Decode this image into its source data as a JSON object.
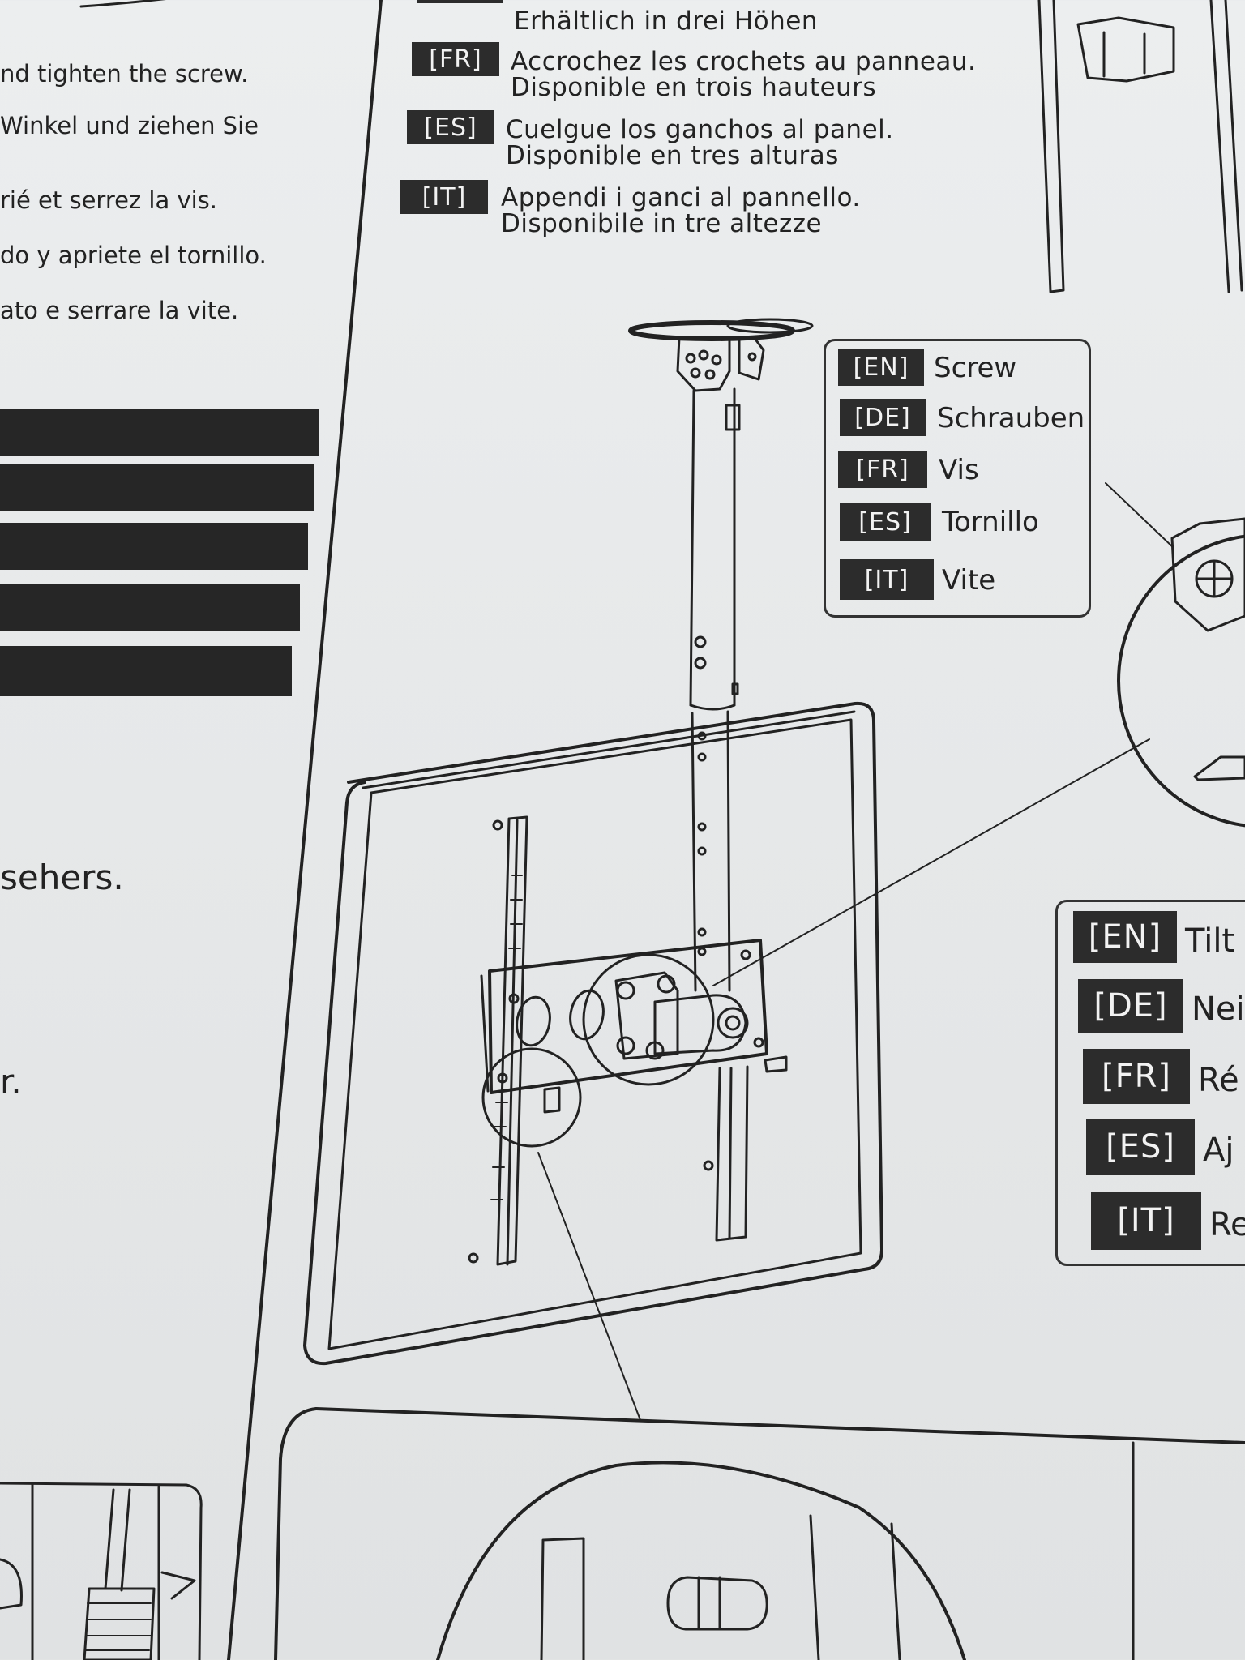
{
  "left_column": {
    "lines": [
      "nd tighten the screw.",
      "Winkel und ziehen Sie",
      "rié et serrez la vis.",
      "do y apriete el tornillo.",
      "ato e serrare la vite."
    ],
    "fragment_1": "sehers.",
    "fragment_2": "r."
  },
  "hook_step": {
    "de_line2": "Erhältlich in drei Höhen",
    "items": [
      {
        "tag": "[FR]",
        "line1": "Accrochez les crochets au panneau.",
        "line2": "Disponible en trois hauteurs"
      },
      {
        "tag": "[ES]",
        "line1": "Cuelgue los ganchos al panel.",
        "line2": "Disponible en tres alturas"
      },
      {
        "tag": "[IT]",
        "line1": "Appendi i ganci al pannello.",
        "line2": "Disponibile in tre altezze"
      }
    ]
  },
  "screw_legend": [
    {
      "tag": "[EN]",
      "label": "Screw"
    },
    {
      "tag": "[DE]",
      "label": "Schrauben"
    },
    {
      "tag": "[FR]",
      "label": "Vis"
    },
    {
      "tag": "[ES]",
      "label": "Tornillo"
    },
    {
      "tag": "[IT]",
      "label": "Vite"
    }
  ],
  "tilt_legend": [
    {
      "tag": "[EN]",
      "label": "Tilt"
    },
    {
      "tag": "[DE]",
      "label": "Nei"
    },
    {
      "tag": "[FR]",
      "label": "Ré"
    },
    {
      "tag": "[ES]",
      "label": "Aj"
    },
    {
      "tag": "[IT]",
      "label": "Re"
    }
  ],
  "colors": {
    "paper": "#e8eaeb",
    "ink": "#222222",
    "tag_bg": "#2c2c2c"
  }
}
